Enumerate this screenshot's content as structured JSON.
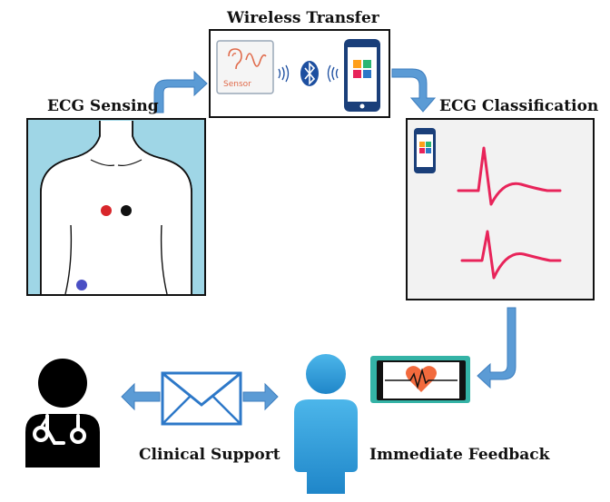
{
  "labels": {
    "wireless_transfer": "Wireless Transfer",
    "ecg_sensing": "ECG Sensing",
    "ecg_classification": "ECG Classification",
    "clinical_support": "Clinical Support",
    "immediate_feedback": "Immediate Feedback",
    "sensor_text": "Sensor"
  },
  "colors": {
    "arrow_blue": "#5b9bd5",
    "arrow_blue_dark": "#3f7fbf",
    "chest_bg": "#9fd6e6",
    "ecg_red": "#e8245a",
    "electrode_red": "#d8262b",
    "electrode_black": "#111111",
    "electrode_blue": "#4a4fc4",
    "person_blue": "#3aa8e0",
    "envelope_blue": "#2d78c8",
    "bluetooth_blue": "#1d4fa0",
    "phone_teal": "#34b3a6",
    "heart_orange": "#f26a3d"
  },
  "icons": [
    "sensor-icon",
    "bluetooth-icon",
    "smartphone-icon",
    "envelope-icon",
    "doctor-icon",
    "patient-icon",
    "heart-phone-icon"
  ]
}
